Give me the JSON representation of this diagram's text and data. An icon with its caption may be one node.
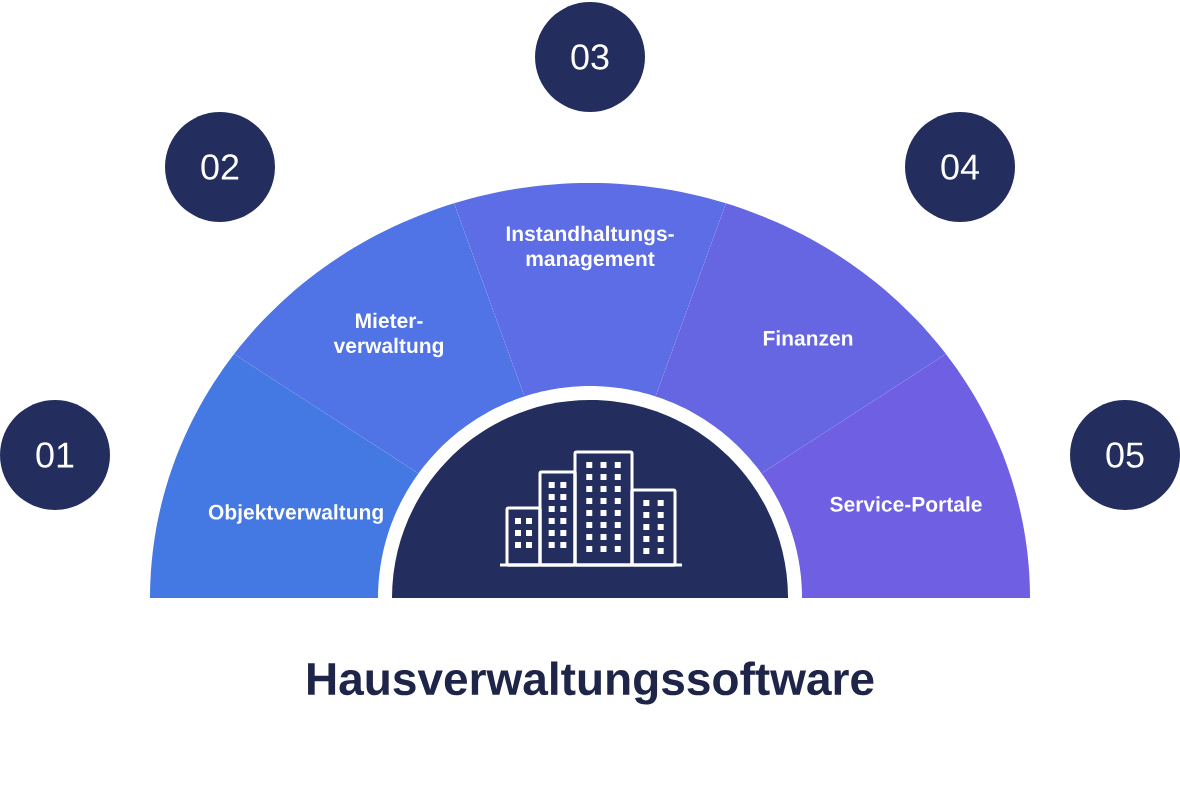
{
  "diagram": {
    "title": "Hausverwaltungssoftware",
    "nodes": [
      {
        "text": [
          "Objektverwaltung"
        ]
      },
      {
        "text": [
          "Mieter- verwaltung"
        ]
      },
      {
        "text": [
          "Instandhaltungs- management"
        ]
      },
      {
        "text": [
          "Finanzen"
        ]
      },
      {
        "text": [
          "Service-Portale"
        ]
      },
      {
        "text": [
          "01"
        ]
      },
      {
        "text": [
          "02"
        ]
      },
      {
        "text": [
          "03"
        ]
      },
      {
        "text": [
          "04"
        ]
      },
      {
        "text": [
          "05"
        ]
      },
      {
        "text": [],
        "shape": "circle"
      }
    ]
  }
}
